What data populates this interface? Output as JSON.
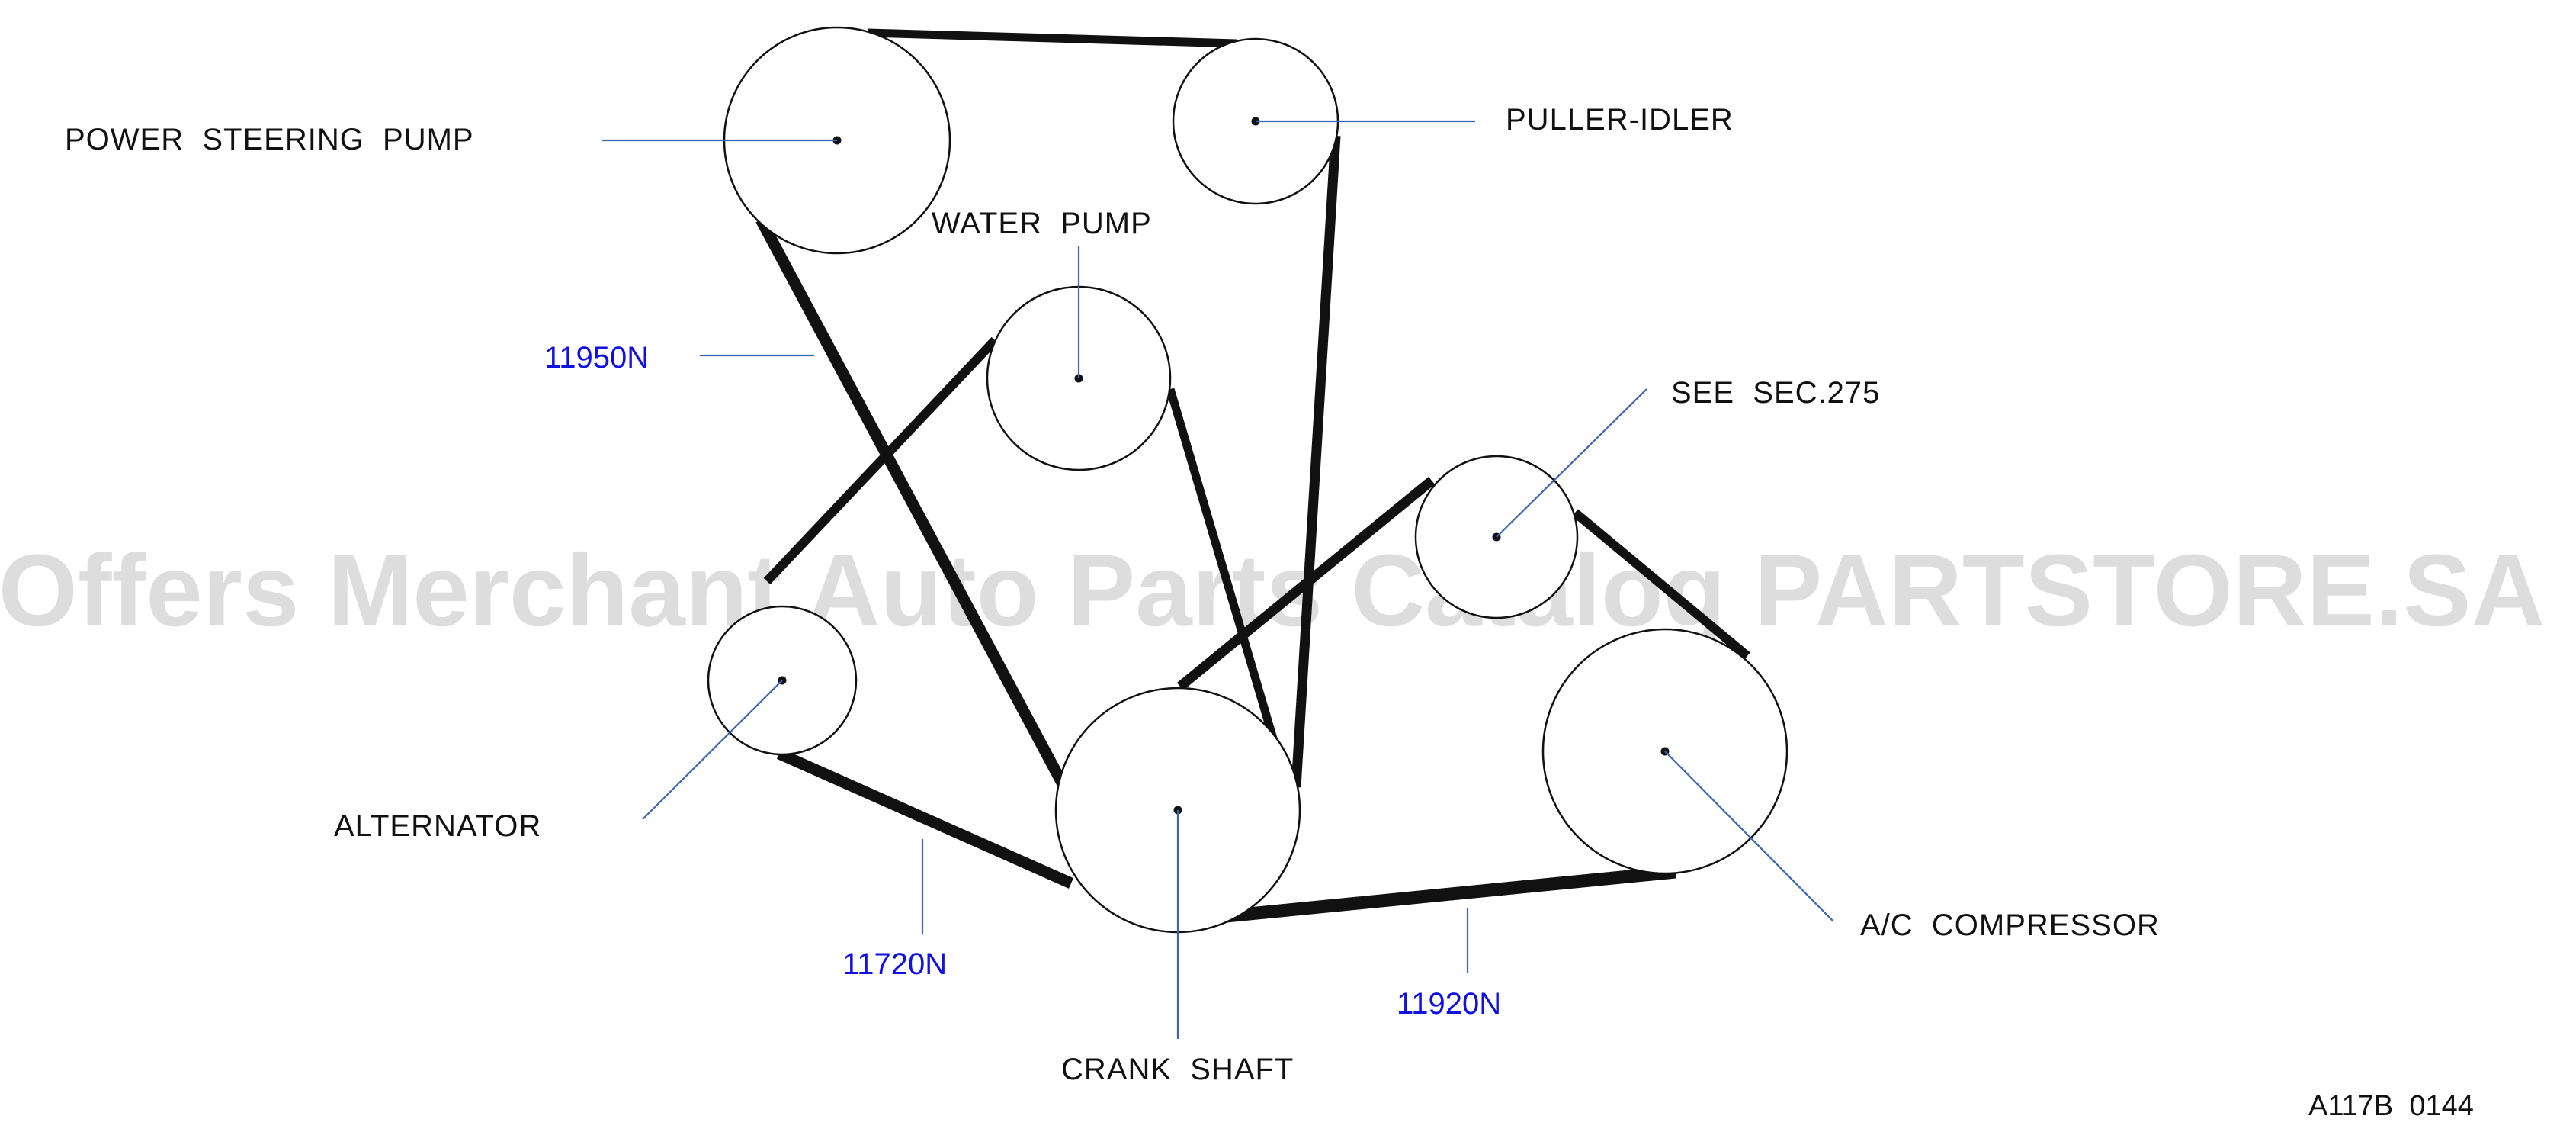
{
  "watermark": "Offers Merchant Auto Parts Catalog PARTSTORE.SA",
  "labels": {
    "power_steering_pump": "POWER  STEERING  PUMP",
    "puller_idler": "PULLER-IDLER",
    "water_pump": "WATER  PUMP",
    "see_sec": "SEE  SEC.275",
    "alternator": "ALTERNATOR",
    "ac_compressor": "A/C  COMPRESSOR",
    "crank_shaft": "CRANK  SHAFT"
  },
  "part_numbers": {
    "power_steering_belt": "11950N",
    "alternator_belt": "11720N",
    "compressor_belt": "11920N"
  },
  "figure_code": "A117B  0144",
  "colors": {
    "part_number": "#1010e6",
    "leader_line": "#3a66b5",
    "watermark": "#dcdcdc",
    "line": "#111111"
  }
}
